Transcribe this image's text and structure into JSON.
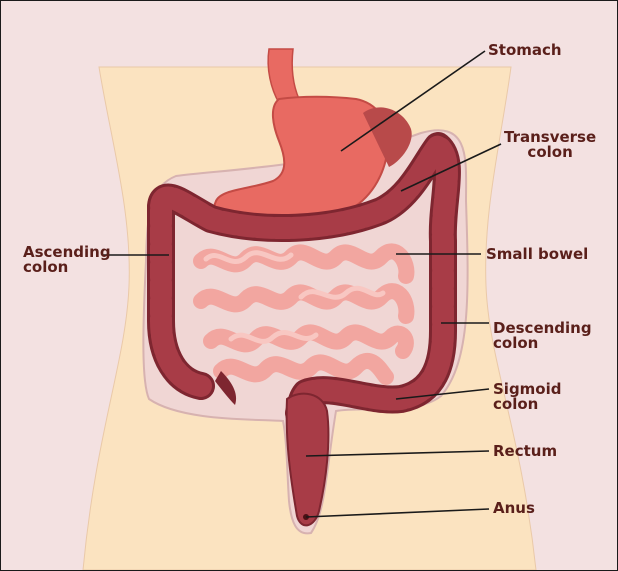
{
  "labels": {
    "stomach": "Stomach",
    "transverse_1": "Transverse",
    "transverse_2": "colon",
    "ascending_1": "Ascending",
    "ascending_2": "colon",
    "small_bowel": "Small bowel",
    "descending_1": "Descending",
    "descending_2": "colon",
    "sigmoid_1": "Sigmoid",
    "sigmoid_2": "colon",
    "rectum": "Rectum",
    "anus": "Anus"
  },
  "colors": {
    "background": "#f3e1e1",
    "body_skin": "#fbe3c0",
    "colon": "#a83c47",
    "colon_dark": "#7e2630",
    "stomach": "#e86a62",
    "small_bowel": "#f2a6a0",
    "label_text": "#5a1f1a",
    "leader_line": "#1a1a1a"
  }
}
